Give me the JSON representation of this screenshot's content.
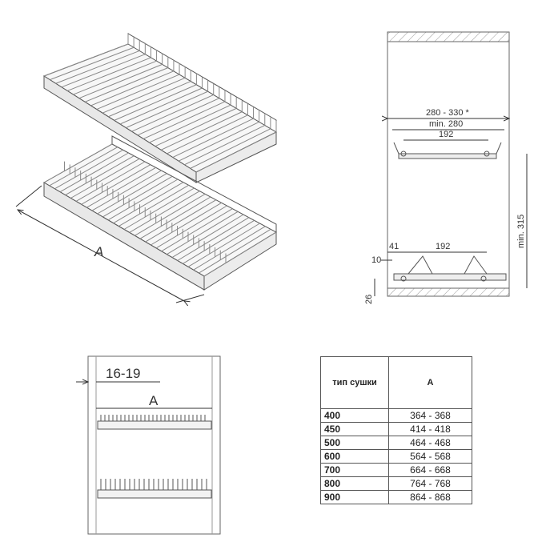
{
  "top_left": {
    "dimension_label": "A"
  },
  "side_view": {
    "width_range": "280 - 330 *",
    "min_width": "min. 280",
    "rail_spacing_upper": "192",
    "rail_spacing_lower": "192",
    "offset_41": "41",
    "offset_10": "10",
    "bottom_26": "26",
    "min_height": "min. 315"
  },
  "front_view": {
    "gap_label": "16-19",
    "dimension_label": "A"
  },
  "spec_table": {
    "header_type": "тип сушки",
    "header_a": "A",
    "rows": [
      {
        "type": "400",
        "a": "364 - 368"
      },
      {
        "type": "450",
        "a": "414 - 418"
      },
      {
        "type": "500",
        "a": "464 - 468"
      },
      {
        "type": "600",
        "a": "564 - 568"
      },
      {
        "type": "700",
        "a": "664 - 668"
      },
      {
        "type": "800",
        "a": "764 - 768"
      },
      {
        "type": "900",
        "a": "864 - 868"
      }
    ]
  }
}
